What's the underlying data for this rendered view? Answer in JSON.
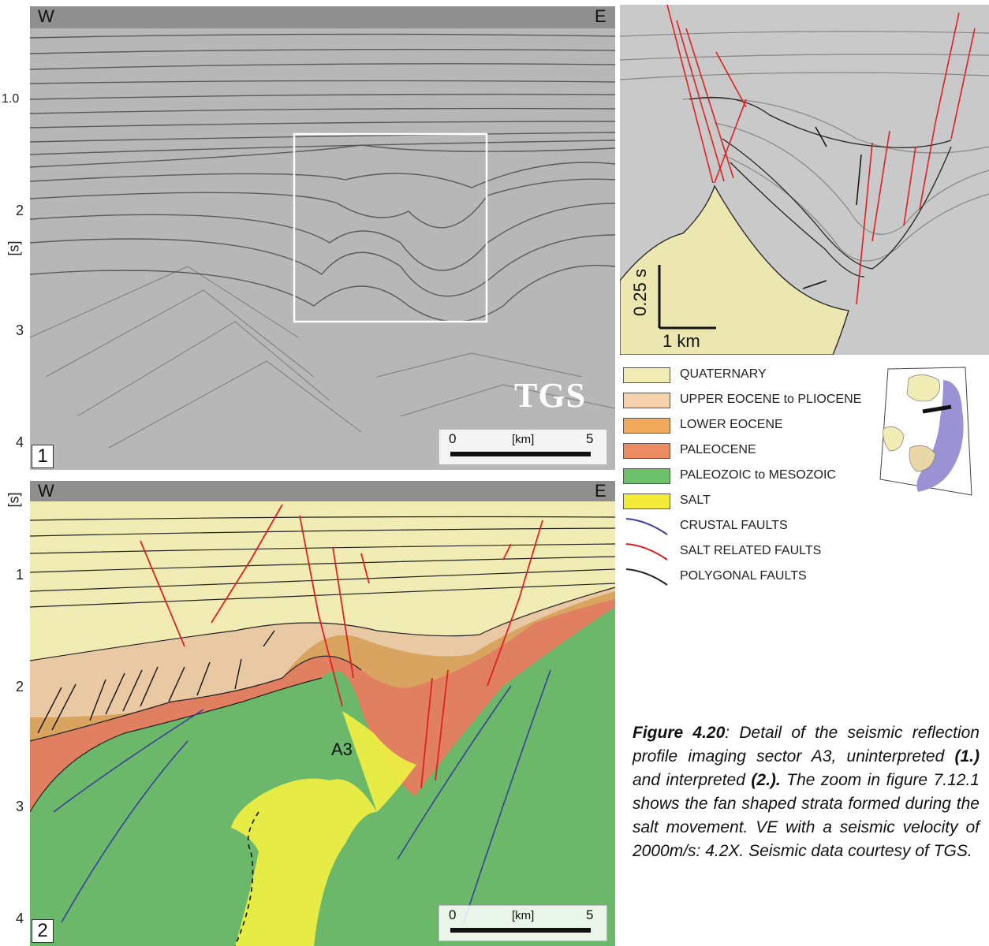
{
  "panel1": {
    "west_label": "W",
    "east_label": "E",
    "panel_number": "1",
    "axis_ticks": [
      "1.0",
      "2",
      "3",
      "4"
    ],
    "axis_unit": "[s]",
    "watermark": "TGS",
    "scalebar": {
      "start": "0",
      "unit": "[km]",
      "end": "5"
    }
  },
  "panel2": {
    "west_label": "W",
    "east_label": "E",
    "panel_number": "2",
    "axis_ticks": [
      "1",
      "2",
      "3",
      "4"
    ],
    "axis_unit": "[s]",
    "structure_label": "A3",
    "scalebar": {
      "start": "0",
      "unit": "[km]",
      "end": "5"
    }
  },
  "zoom": {
    "vertical_scale": "0.25 s",
    "horizontal_scale": "1 km"
  },
  "legend": [
    {
      "label": "QUATERNARY",
      "color": "#f1ecb4",
      "kind": "fill"
    },
    {
      "label": "UPPER EOCENE to PLIOCENE",
      "color": "#f5d2ac",
      "kind": "fill"
    },
    {
      "label": "LOWER EOCENE",
      "color": "#f0aa5a",
      "kind": "fill"
    },
    {
      "label": "PALEOCENE",
      "color": "#ec8a62",
      "kind": "fill"
    },
    {
      "label": "PALEOZOIC to MESOZOIC",
      "color": "#6cc16a",
      "kind": "fill"
    },
    {
      "label": "SALT",
      "color": "#f3ea3a",
      "kind": "fill"
    },
    {
      "label": "CRUSTAL FAULTS",
      "color": "#3a3f9a",
      "kind": "line"
    },
    {
      "label": "SALT RELATED FAULTS",
      "color": "#e02020",
      "kind": "line"
    },
    {
      "label": "POLYGONAL FAULTS",
      "color": "#222222",
      "kind": "line"
    }
  ],
  "caption": {
    "figure_label": "Figure 4.20",
    "part1": ": Detail of the seismic reflection profile imaging sector A3, uninterpreted ",
    "ref1": "(1.)",
    "part2": " and interpreted ",
    "ref2": "(2.).",
    "part3": " The zoom in figure 7.12.1 shows the fan shaped strata formed during the salt movement. VE with a seismic velocity of 2000m/s: 4.2X. Seismic data courtesy of TGS."
  }
}
